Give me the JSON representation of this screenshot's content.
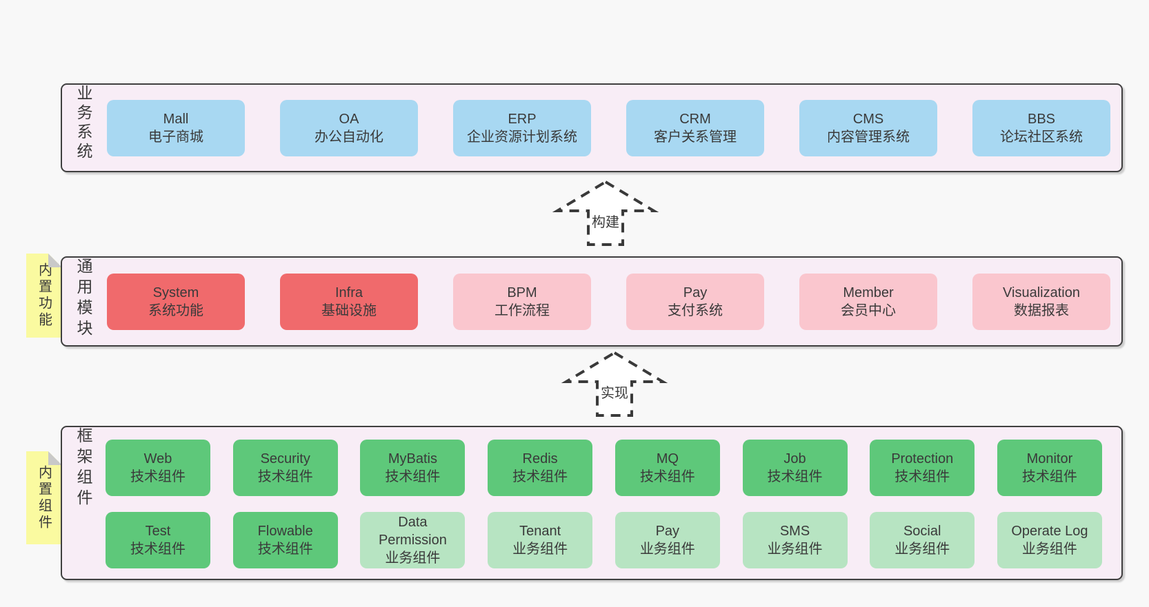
{
  "bands": [
    {
      "label": "业务系统",
      "boxes": [
        {
          "name": "Mall",
          "desc": "电子商城",
          "variant": "blue"
        },
        {
          "name": "OA",
          "desc": "办公自动化",
          "variant": "blue"
        },
        {
          "name": "ERP",
          "desc": "企业资源计划系统",
          "variant": "blue"
        },
        {
          "name": "CRM",
          "desc": "客户关系管理",
          "variant": "blue"
        },
        {
          "name": "CMS",
          "desc": "内容管理系统",
          "variant": "blue"
        },
        {
          "name": "BBS",
          "desc": "论坛社区系统",
          "variant": "blue"
        }
      ]
    },
    {
      "label": "通用模块",
      "boxes": [
        {
          "name": "System",
          "desc": "系统功能",
          "variant": "solid"
        },
        {
          "name": "Infra",
          "desc": "基础设施",
          "variant": "solid"
        },
        {
          "name": "BPM",
          "desc": "工作流程",
          "variant": "light"
        },
        {
          "name": "Pay",
          "desc": "支付系统",
          "variant": "light"
        },
        {
          "name": "Member",
          "desc": "会员中心",
          "variant": "light"
        },
        {
          "name": "Visualization",
          "desc": "数据报表",
          "variant": "light"
        }
      ]
    },
    {
      "label": "框架组件",
      "rows": [
        [
          {
            "name": "Web",
            "desc": "技术组件",
            "variant": "solid"
          },
          {
            "name": "Security",
            "desc": "技术组件",
            "variant": "solid"
          },
          {
            "name": "MyBatis",
            "desc": "技术组件",
            "variant": "solid"
          },
          {
            "name": "Redis",
            "desc": "技术组件",
            "variant": "solid"
          },
          {
            "name": "MQ",
            "desc": "技术组件",
            "variant": "solid"
          },
          {
            "name": "Job",
            "desc": "技术组件",
            "variant": "solid"
          },
          {
            "name": "Protection",
            "desc": "技术组件",
            "variant": "solid"
          },
          {
            "name": "Monitor",
            "desc": "技术组件",
            "variant": "solid"
          }
        ],
        [
          {
            "name": "Test",
            "desc": "技术组件",
            "variant": "solid"
          },
          {
            "name": "Flowable",
            "desc": "技术组件",
            "variant": "solid"
          },
          {
            "name": "Data Permission",
            "desc": "业务组件",
            "variant": "light"
          },
          {
            "name": "Tenant",
            "desc": "业务组件",
            "variant": "light"
          },
          {
            "name": "Pay",
            "desc": "业务组件",
            "variant": "light"
          },
          {
            "name": "SMS",
            "desc": "业务组件",
            "variant": "light"
          },
          {
            "name": "Social",
            "desc": "业务组件",
            "variant": "light"
          },
          {
            "name": "Operate Log",
            "desc": "业务组件",
            "variant": "light"
          }
        ]
      ]
    }
  ],
  "tags": [
    {
      "label": "内置功能"
    },
    {
      "label": "内置组件"
    }
  ],
  "arrows": [
    {
      "label": "构建"
    },
    {
      "label": "实现"
    }
  ],
  "colors": {
    "page_bg": "#f8f8f8",
    "band_bg": "#f8edf6",
    "band_border": "#3f3f3f",
    "blue": "#a8d8f2",
    "red": "#f06a6c",
    "pink": "#fac6ce",
    "green": "#5ec87a",
    "light_green": "#b7e4c2",
    "tag_yellow": "#fafaa0",
    "fold_gray": "#c9c9c9",
    "text": "#3a3a3a"
  }
}
